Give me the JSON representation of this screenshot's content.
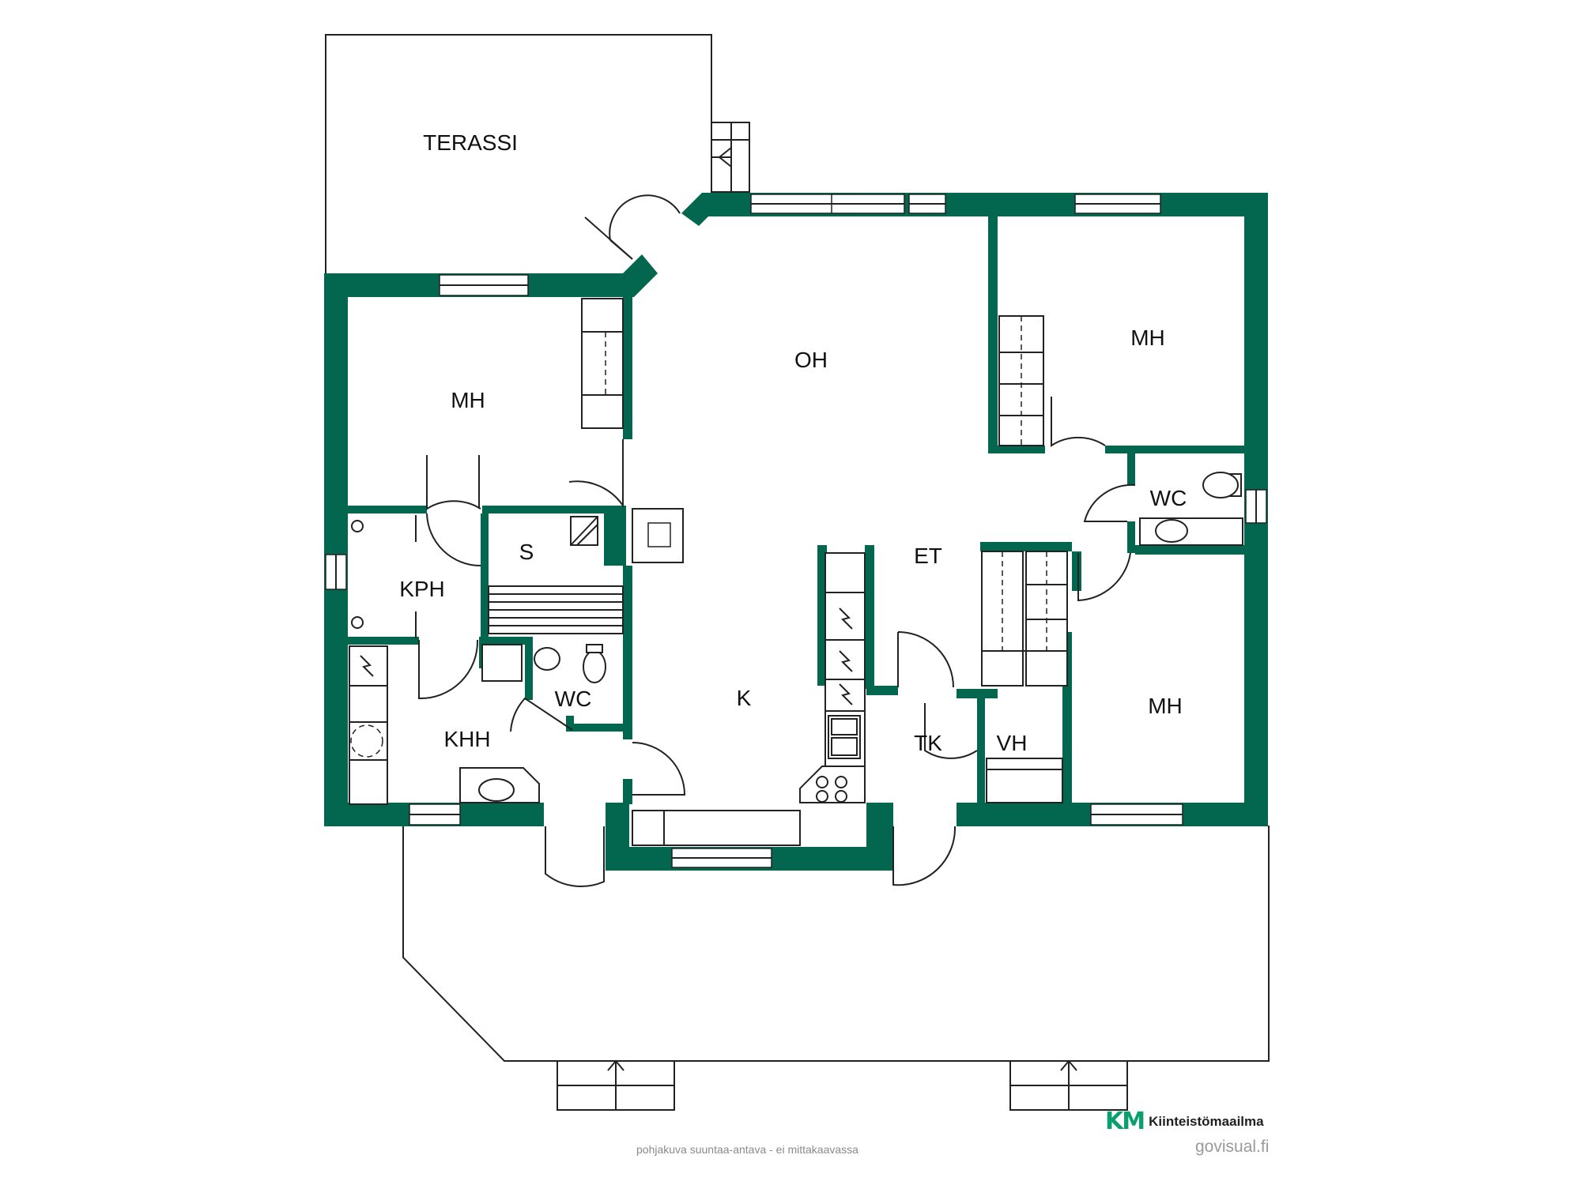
{
  "rooms": {
    "terrace": "TERASSI",
    "living": "OH",
    "bedroom_left": "MH",
    "bedroom_top_right": "MH",
    "bedroom_bottom_right": "MH",
    "wc_right": "WC",
    "hall": "ET",
    "sauna": "S",
    "bathroom": "KPH",
    "wc_left": "WC",
    "kitchen": "K",
    "utility": "KHH",
    "tech_room": "TK",
    "closet": "VH"
  },
  "footer": {
    "disclaimer": "pohjakuva suuntaa-antava - ei mittakaavassa",
    "brand_mark": "KM",
    "brand_name": "Kiinteistömaailma",
    "website": "govisual.fi"
  },
  "colors": {
    "wall": "#03664f",
    "brand_green": "#0aa06e",
    "text": "#111111"
  }
}
